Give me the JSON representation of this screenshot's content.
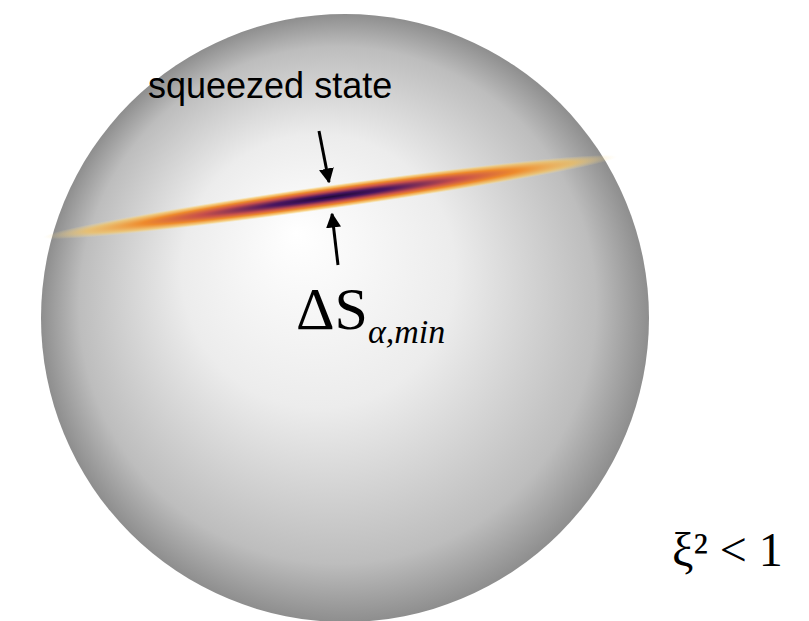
{
  "diagram": {
    "nodes": [
      {
        "text": [
          "squeezed state",
          "ΔS",
          "α,min"
        ]
      }
    ],
    "labels": [
      "ξ² < 1"
    ]
  }
}
